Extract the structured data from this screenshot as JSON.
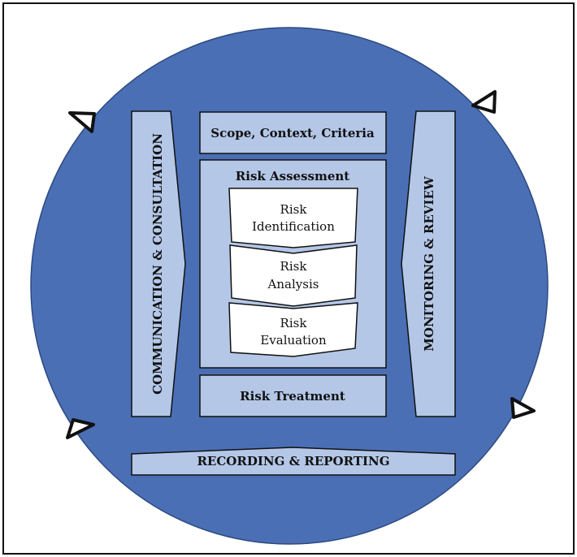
{
  "scope_box": {
    "label": "Scope, Context, Criteria"
  },
  "assessment": {
    "title": "Risk Assessment",
    "steps": [
      {
        "line1": "Risk",
        "line2": "Identification"
      },
      {
        "line1": "Risk",
        "line2": "Analysis"
      },
      {
        "line1": "Risk",
        "line2": "Evaluation"
      }
    ]
  },
  "treatment": {
    "label": "Risk Treatment"
  },
  "left_bar": {
    "label": "COMMUNICATION & CONSULTATION"
  },
  "right_bar": {
    "label": "MONITORING & REVIEW"
  },
  "bottom_bar": {
    "label": "RECORDING & REPORTING"
  },
  "colors": {
    "circle": "#4a6fb5",
    "light_box": "#b4c7e7",
    "white_box": "#ffffff",
    "stroke": "#111111"
  }
}
